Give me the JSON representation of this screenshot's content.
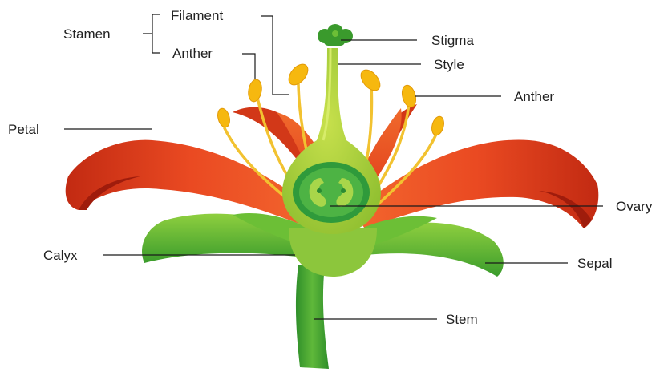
{
  "colors": {
    "petal": "#e8391b",
    "petal_dark": "#b01e0e",
    "sepal": "#4caa2f",
    "sepal_light": "#8ccb3c",
    "pistil": "#a9cf3a",
    "ovary_inner": "#2f9a3b",
    "anther": "#f6b80f",
    "filament": "#f2c230",
    "leader_line": "#1a1a1a",
    "text": "#222222"
  },
  "labels": {
    "stamen": "Stamen",
    "filament": "Filament",
    "anther_left": "Anther",
    "stigma": "Stigma",
    "style": "Style",
    "anther_right": "Anther",
    "petal": "Petal",
    "ovary": "Ovary",
    "calyx": "Calyx",
    "sepal": "Sepal",
    "stem": "Stem"
  }
}
